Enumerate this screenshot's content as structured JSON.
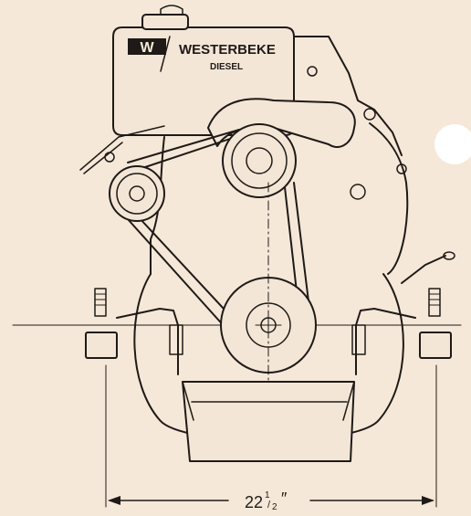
{
  "diagram": {
    "brand": {
      "name": "WESTERBEKE",
      "subtitle": "DIESEL",
      "logo_letter": "W"
    },
    "dimension": {
      "whole": "22",
      "fraction_num": "1",
      "fraction_den": "2",
      "unit": "″"
    }
  },
  "colors": {
    "paper": "#f5e8d8",
    "ink": "#1f1a17"
  }
}
